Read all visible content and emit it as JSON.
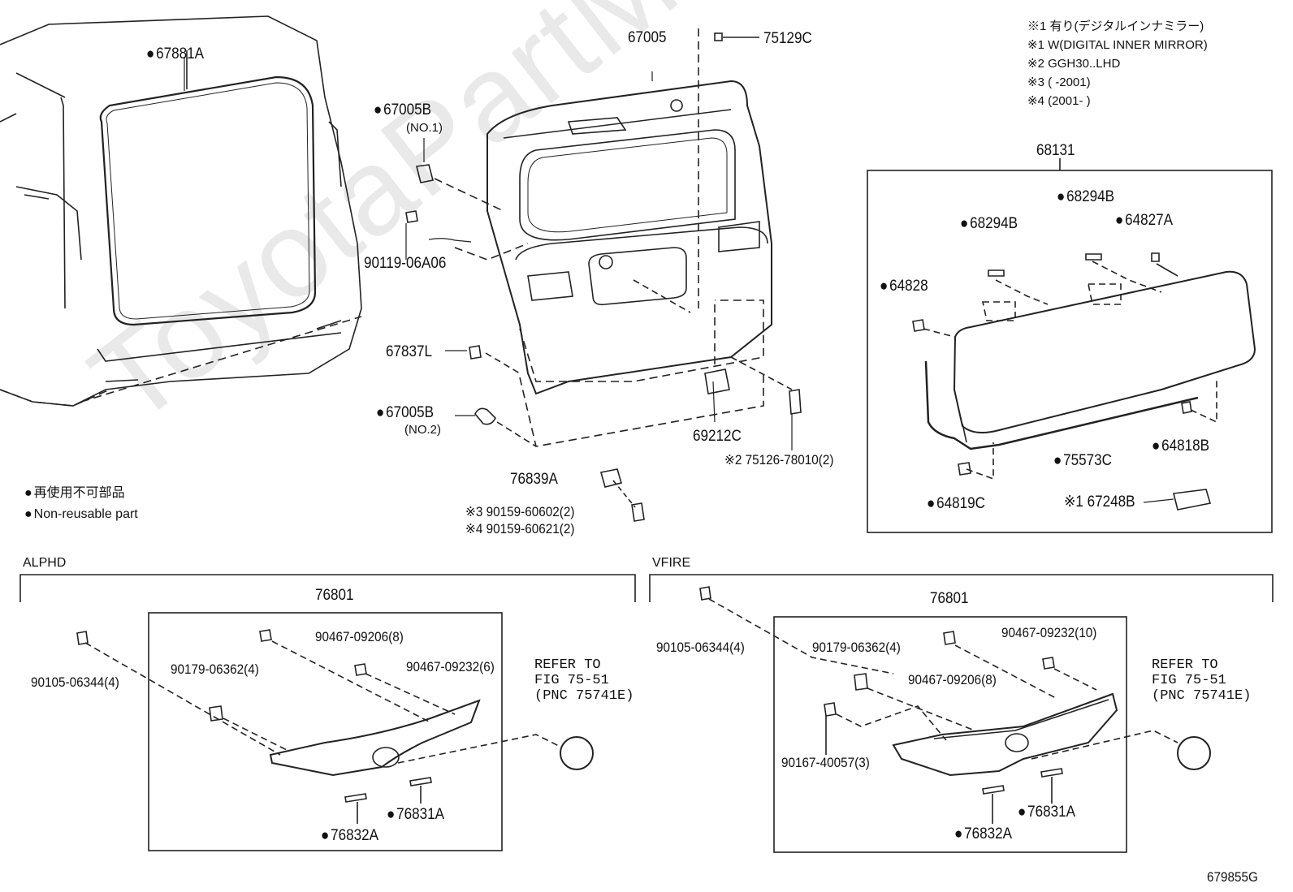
{
  "watermark": "ToyotaPartMine.ru",
  "notes": [
    "※1 有り(デジタルインナミラー)",
    "※1 W(DIGITAL INNER MIRROR)",
    "※2 GGH30..LHD",
    "※3 (        -2001)",
    "※4 (2001-        )"
  ],
  "legend": {
    "jp": "再使用不可部品",
    "en": "Non-reusable part"
  },
  "sections": {
    "alphd": "ALPHD",
    "vfire": "VFIRE"
  },
  "labels": {
    "p67881A": "67881A",
    "p67005": "67005",
    "p75129C": "75129C",
    "p67005B_1": "67005B",
    "no1": "(NO.1)",
    "p90119": "90119-06A06",
    "p67837L": "67837L",
    "p67005B_2": "67005B",
    "no2": "(NO.2)",
    "p69212C": "69212C",
    "p75126": "※2 75126-78010(2)",
    "p76839A": "76839A",
    "p90159a": "※3  90159-60602(2)",
    "p90159b": "※4  90159-60621(2)",
    "p68131": "68131",
    "p68294B_a": "68294B",
    "p68294B_b": "68294B",
    "p64827A": "64827A",
    "p64828": "64828",
    "p64818B": "64818B",
    "p75573C": "75573C",
    "p64819C": "64819C",
    "p67248B": "※1 67248B",
    "a_76801": "76801",
    "a_90467_09206": "90467-09206(8)",
    "a_90467_09232": "90467-09232(6)",
    "a_90179": "90179-06362(4)",
    "a_90105": "90105-06344(4)",
    "a_76831A": "76831A",
    "a_76832A": "76832A",
    "a_refer": "REFER TO\nFIG 75-51\n(PNC 75741E)",
    "v_76801": "76801",
    "v_90105": "90105-06344(4)",
    "v_90179": "90179-06362(4)",
    "v_90467_09232": "90467-09232(10)",
    "v_90467_09206": "90467-09206(8)",
    "v_90167": "90167-40057(3)",
    "v_76831A": "76831A",
    "v_76832A": "76832A",
    "v_refer": "REFER TO\nFIG 75-51\n(PNC 75741E)",
    "figure_no": "679855G"
  }
}
